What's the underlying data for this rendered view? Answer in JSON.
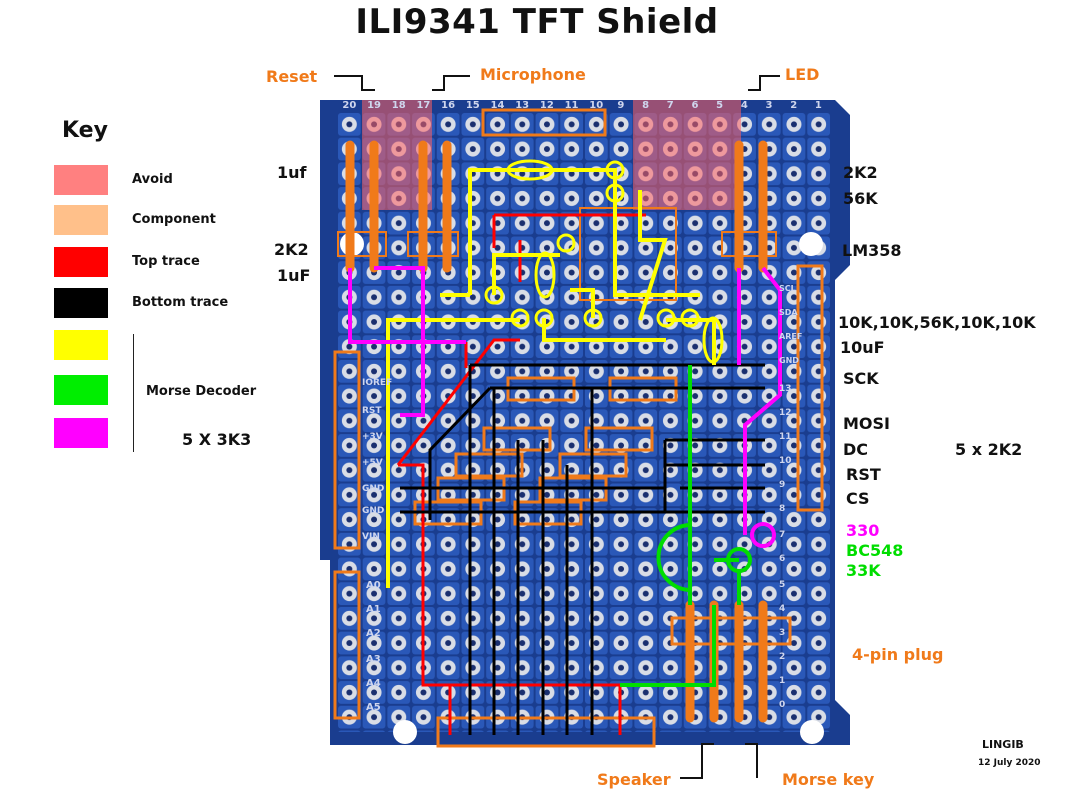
{
  "title": "ILI9341 TFT Shield",
  "key": {
    "heading": "Key",
    "items": [
      {
        "label": "Avoid",
        "color": "#ff8080"
      },
      {
        "label": "Component",
        "color": "#ffc08a"
      },
      {
        "label": "Top trace",
        "color": "#ff0000"
      },
      {
        "label": "Bottom trace",
        "color": "#000000"
      },
      {
        "label": "",
        "color": "#ffff00"
      },
      {
        "label": "Morse Decoder",
        "color": "#00ee00"
      },
      {
        "label": "",
        "color": "#ff00ff"
      }
    ],
    "note": "5 X 3K3"
  },
  "callouts": {
    "reset": "Reset",
    "microphone": "Microphone",
    "led": "LED",
    "speaker": "Speaker",
    "morse_key": "Morse key",
    "four_pin_plug": "4-pin plug"
  },
  "components": {
    "left_1uf": "1uf",
    "left_2k2": "2K2",
    "left_1uF": "1uF",
    "right_2k2": "2K2",
    "right_56k": "56K",
    "lm358": "LM358",
    "resistor_list": "10K,10K,56K,10K,10K",
    "cap_10uf": "10uF",
    "sck": "SCK",
    "mosi": "MOSI",
    "dc": "DC",
    "rst": "RST",
    "cs": "CS",
    "five_2k2": "5 x 2K2",
    "r330": "330",
    "bc548": "BC548",
    "r33k": "33K"
  },
  "pin_numbers": [
    "20",
    "19",
    "18",
    "17",
    "16",
    "15",
    "14",
    "13",
    "12",
    "11",
    "10",
    "9",
    "8",
    "7",
    "6",
    "5",
    "4",
    "3",
    "2",
    "1"
  ],
  "left_header": [
    "IOREF",
    "RST",
    "+3V",
    "+5V",
    "GND",
    "GND",
    "VIN"
  ],
  "analog_header": [
    "A0",
    "A1",
    "A2",
    "A3",
    "A4",
    "A5"
  ],
  "right_header": [
    "SCL",
    "SDA",
    "AREF",
    "GND",
    "13",
    "12",
    "11",
    "10",
    "9",
    "8",
    "7",
    "6",
    "5",
    "4",
    "3",
    "2",
    "1",
    "0"
  ],
  "credit": {
    "author": "LINGIB",
    "date": "12 July 2020"
  },
  "colors": {
    "board": "#1a3d8f",
    "pad": "#d9dde6",
    "component": "#f07a1a",
    "top_trace": "#ff0000",
    "bottom_trace": "#000000",
    "yellow": "#ffff00",
    "green": "#00dd00",
    "magenta": "#ff00ff"
  }
}
